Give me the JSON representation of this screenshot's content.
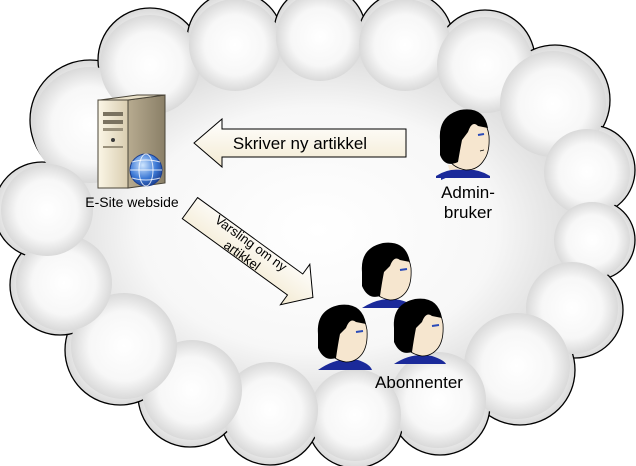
{
  "colors": {
    "cloud_fill_inner": "#ffffff",
    "cloud_fill_outer": "#c8c8c8",
    "cloud_stroke": "#000000",
    "arrow_fill_inner": "#ffffff",
    "arrow_fill_outer": "#f3ead2",
    "hair": "#000000",
    "skin": "#f6e6cf",
    "shirt": "#1b2a9a",
    "eye": "#2b4bb8"
  },
  "server": {
    "icon": "server-with-globe-icon",
    "label": "E-Site webside"
  },
  "arrow_to_server": {
    "icon": "left-arrow",
    "label": "Skriver ny artikkel"
  },
  "admin": {
    "icon": "person-icon",
    "label_line1": "Admin-",
    "label_line2": "bruker"
  },
  "arrow_to_subscribers": {
    "icon": "down-right-arrow",
    "label_line1": "Varsling om ny",
    "label_line2": "artikkel"
  },
  "subscribers": {
    "icon": "person-group-icon",
    "label": "Abonnenter"
  }
}
